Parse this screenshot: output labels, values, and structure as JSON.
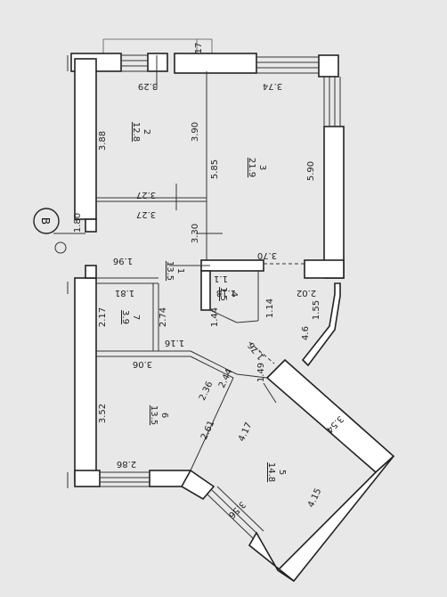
{
  "axis_marker": "В",
  "top_mark": "17",
  "rooms": [
    {
      "id": "1",
      "area": "13.5"
    },
    {
      "id": "2",
      "area": "12.8"
    },
    {
      "id": "3",
      "area": "21.9"
    },
    {
      "id": "4",
      "area": "1.5"
    },
    {
      "id": "5",
      "area": "14.8"
    },
    {
      "id": "6",
      "area": "13.5"
    },
    {
      "id": "7",
      "area": "3.9"
    }
  ],
  "dimensions": {
    "d_3_29": "3.29",
    "d_3_74": "3.74",
    "d_3_88": "3.88",
    "d_3_90": "3.90",
    "d_5_85": "5.85",
    "d_5_90": "5.90",
    "d_3_27a": "3.27",
    "d_3_27b": "3.27",
    "d_1_80": "1.80",
    "d_1_96": "1.96",
    "d_3_30": "3.30",
    "d_3_70": "3.70",
    "d_1_81": "1.81",
    "d_1_18": "1.18",
    "d_1_44": "1.44",
    "d_1_14": "1.14",
    "d_2_02": "2.02",
    "d_1_55": "1.55",
    "d_2_17": "2.17",
    "d_2_74": "2.74",
    "d_1_16": "1.16",
    "d_1_76": "1.76",
    "d_4_6": "4.6",
    "d_3_06": "3.06",
    "d_2_44": "2.44",
    "d_2_36": "2.36",
    "d_1_49": "1.49",
    "d_3_52": "3.52",
    "d_2_61": "2.61",
    "d_4_17": "4.17",
    "d_3_54": "3.54",
    "d_2_86": "2.86",
    "d_3_56": "3.56",
    "d_4_15": "4.15",
    "d_1_1": "1.1"
  }
}
